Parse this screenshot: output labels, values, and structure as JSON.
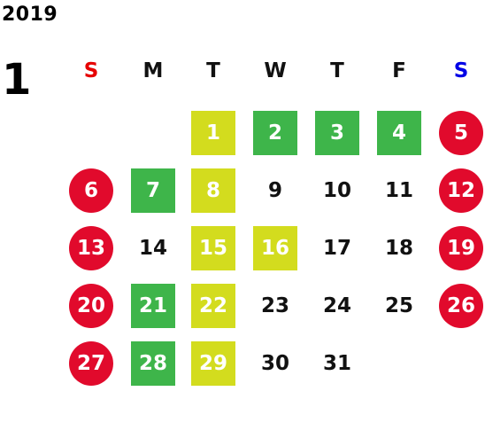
{
  "calendar": {
    "year": "2019",
    "month": "1",
    "weekdays": [
      "S",
      "M",
      "T",
      "W",
      "T",
      "F",
      "S"
    ],
    "weekday_colors": [
      "#e60000",
      "#111111",
      "#111111",
      "#111111",
      "#111111",
      "#111111",
      "#0000e6"
    ],
    "marker_colors": {
      "red": "#e10a2c",
      "green": "#3eb54a",
      "lime": "#d3dc1e"
    },
    "weeks": [
      [
        null,
        null,
        {
          "d": "1",
          "mark": "lime"
        },
        {
          "d": "2",
          "mark": "green"
        },
        {
          "d": "3",
          "mark": "green"
        },
        {
          "d": "4",
          "mark": "green"
        },
        {
          "d": "5",
          "mark": "red"
        }
      ],
      [
        {
          "d": "6",
          "mark": "red"
        },
        {
          "d": "7",
          "mark": "green"
        },
        {
          "d": "8",
          "mark": "lime"
        },
        {
          "d": "9",
          "mark": "none"
        },
        {
          "d": "10",
          "mark": "none"
        },
        {
          "d": "11",
          "mark": "none"
        },
        {
          "d": "12",
          "mark": "red"
        }
      ],
      [
        {
          "d": "13",
          "mark": "red"
        },
        {
          "d": "14",
          "mark": "none"
        },
        {
          "d": "15",
          "mark": "lime"
        },
        {
          "d": "16",
          "mark": "lime"
        },
        {
          "d": "17",
          "mark": "none"
        },
        {
          "d": "18",
          "mark": "none"
        },
        {
          "d": "19",
          "mark": "red"
        }
      ],
      [
        {
          "d": "20",
          "mark": "red"
        },
        {
          "d": "21",
          "mark": "green"
        },
        {
          "d": "22",
          "mark": "lime"
        },
        {
          "d": "23",
          "mark": "none"
        },
        {
          "d": "24",
          "mark": "none"
        },
        {
          "d": "25",
          "mark": "none"
        },
        {
          "d": "26",
          "mark": "red"
        }
      ],
      [
        {
          "d": "27",
          "mark": "red"
        },
        {
          "d": "28",
          "mark": "green"
        },
        {
          "d": "29",
          "mark": "lime"
        },
        {
          "d": "30",
          "mark": "none"
        },
        {
          "d": "31",
          "mark": "none"
        },
        null,
        null
      ]
    ]
  }
}
